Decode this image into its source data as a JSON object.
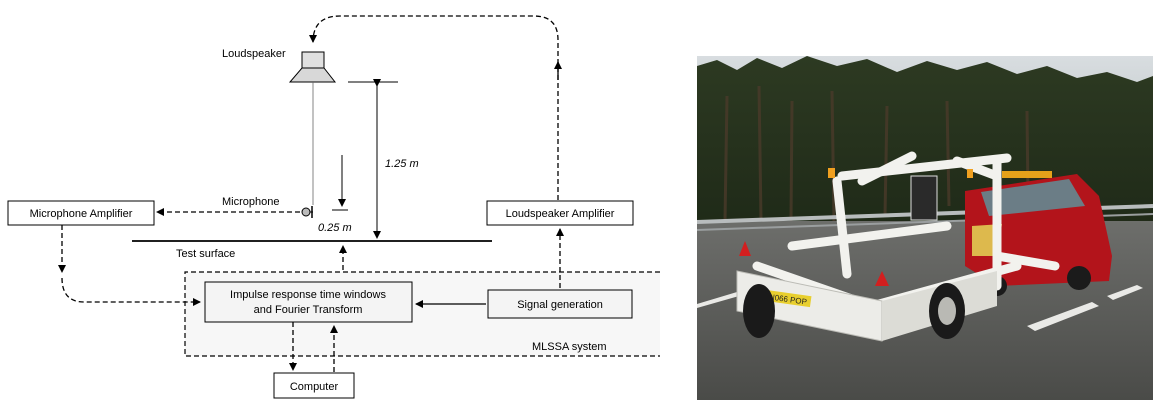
{
  "diagram": {
    "labels": {
      "loudspeaker": "Loudspeaker",
      "microphone": "Microphone",
      "test_surface": "Test surface",
      "height_speaker": "1.25 m",
      "height_mic": "0.25 m",
      "mlssa_system": "MLSSA system"
    },
    "boxes": {
      "mic_amp": "Microphone Amplifier",
      "speaker_amp": "Loudspeaker Amplifier",
      "impulse_line1": "Impulse response time windows",
      "impulse_line2": "and Fourier Transform",
      "signal_gen": "Signal generation",
      "computer": "Computer"
    }
  },
  "photo": {
    "plate_text": "N066 POP"
  }
}
